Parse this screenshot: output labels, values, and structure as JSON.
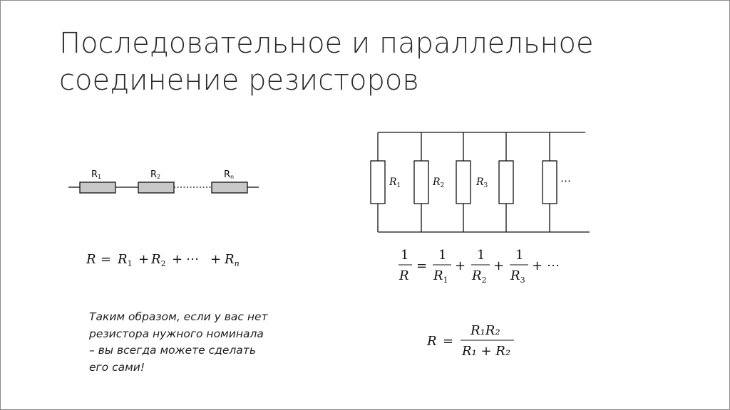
{
  "title": {
    "line1": "Последовательное и параллельное",
    "line2": "соединение резисторов"
  },
  "series_diagram": {
    "labels": [
      "R",
      "R",
      "R"
    ],
    "subscripts": [
      "1",
      "2",
      "n"
    ],
    "formula": {
      "lhs": "R",
      "terms": [
        "R",
        "R",
        "R"
      ],
      "subs": [
        "1",
        "2",
        "n"
      ],
      "ellipsis": "⋯"
    }
  },
  "parallel_diagram": {
    "labels": [
      "R",
      "R",
      "R"
    ],
    "subscripts": [
      "1",
      "2",
      "3"
    ],
    "ellipsis": "⋯",
    "formula": {
      "one": "1",
      "lhs_den": "R",
      "dens": [
        "R",
        "R",
        "R"
      ],
      "subs": [
        "1",
        "2",
        "3"
      ],
      "ellipsis": "⋯"
    }
  },
  "two_resistor_formula": {
    "lhs": "R",
    "num": "R₁R₂",
    "den": "R₁ + R₂"
  },
  "note": {
    "lines": [
      "Таким образом, если у вас нет",
      "резистора нужного номинала",
      "– вы всегда можете сделать",
      "его сами!"
    ]
  }
}
